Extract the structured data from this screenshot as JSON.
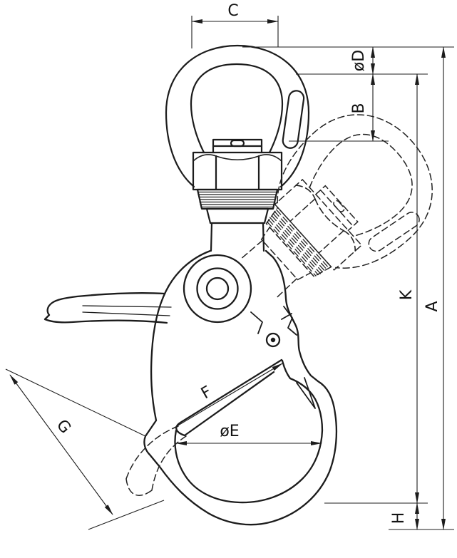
{
  "drawing": {
    "subject": "Swivel self-locking hook - dimensional line drawing",
    "line_color": "#1c1c1c",
    "background": "#ffffff",
    "dimension_labels": {
      "c": "C",
      "d": "øD",
      "b": "B",
      "k": "K",
      "a": "A",
      "f": "F",
      "e": "øE",
      "g": "G",
      "h": "H"
    }
  }
}
